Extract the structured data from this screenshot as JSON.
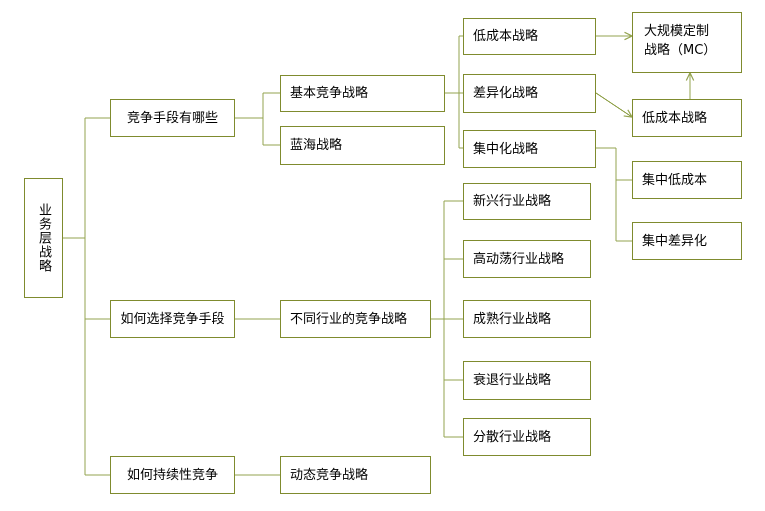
{
  "diagram": {
    "title": "业务层战略",
    "type": "tree-diagram",
    "colors": {
      "border": "#7f8b2e",
      "connector": "#93a34f",
      "text": "#000000",
      "background": "#ffffff",
      "latin_accent": "#5a6a82"
    },
    "nodes": {
      "root": {
        "label": "业务层战略"
      },
      "branch_means": {
        "label": "竞争手段有哪些"
      },
      "branch_choose": {
        "label": "如何选择竞争手段"
      },
      "branch_sustain": {
        "label": "如何持续性竞争"
      },
      "basic_competition": {
        "label": "基本竞争战略"
      },
      "blue_ocean": {
        "label": "蓝海战略"
      },
      "industry_competition": {
        "label": "不同行业的竞争战略"
      },
      "dynamic_competition": {
        "label": "动态竞争战略"
      },
      "low_cost": {
        "label": "低成本战略"
      },
      "differentiation": {
        "label": "差异化战略"
      },
      "focus": {
        "label": "集中化战略"
      },
      "mass_customization": {
        "label": "大规模定制\n战略（MC）"
      },
      "low_cost_right": {
        "label": "低成本战略"
      },
      "focus_low_cost": {
        "label": "集中低成本"
      },
      "focus_differentiation": {
        "label": "集中差异化"
      },
      "emerging_industry": {
        "label": "新兴行业战略"
      },
      "turbulent_industry": {
        "label": "高动荡行业战略"
      },
      "mature_industry": {
        "label": "成熟行业战略"
      },
      "declining_industry": {
        "label": "衰退行业战略"
      },
      "fragmented_industry": {
        "label": "分散行业战略"
      }
    },
    "edges": [
      {
        "from": "root",
        "to": "branch_means",
        "arrow": false
      },
      {
        "from": "root",
        "to": "branch_choose",
        "arrow": false
      },
      {
        "from": "root",
        "to": "branch_sustain",
        "arrow": false
      },
      {
        "from": "branch_means",
        "to": "basic_competition",
        "arrow": false
      },
      {
        "from": "branch_means",
        "to": "blue_ocean",
        "arrow": false
      },
      {
        "from": "branch_choose",
        "to": "industry_competition",
        "arrow": false
      },
      {
        "from": "branch_sustain",
        "to": "dynamic_competition",
        "arrow": false
      },
      {
        "from": "basic_competition",
        "to": "low_cost",
        "arrow": false
      },
      {
        "from": "basic_competition",
        "to": "differentiation",
        "arrow": false
      },
      {
        "from": "basic_competition",
        "to": "focus",
        "arrow": false
      },
      {
        "from": "low_cost",
        "to": "mass_customization",
        "arrow": true
      },
      {
        "from": "differentiation",
        "to": "low_cost_right",
        "arrow": true
      },
      {
        "from": "low_cost_right",
        "to": "mass_customization",
        "arrow": true
      },
      {
        "from": "focus",
        "to": "focus_low_cost",
        "arrow": false
      },
      {
        "from": "focus",
        "to": "focus_differentiation",
        "arrow": false
      },
      {
        "from": "industry_competition",
        "to": "emerging_industry",
        "arrow": false
      },
      {
        "from": "industry_competition",
        "to": "turbulent_industry",
        "arrow": false
      },
      {
        "from": "industry_competition",
        "to": "mature_industry",
        "arrow": false
      },
      {
        "from": "industry_competition",
        "to": "declining_industry",
        "arrow": false
      },
      {
        "from": "industry_competition",
        "to": "fragmented_industry",
        "arrow": false
      }
    ]
  }
}
